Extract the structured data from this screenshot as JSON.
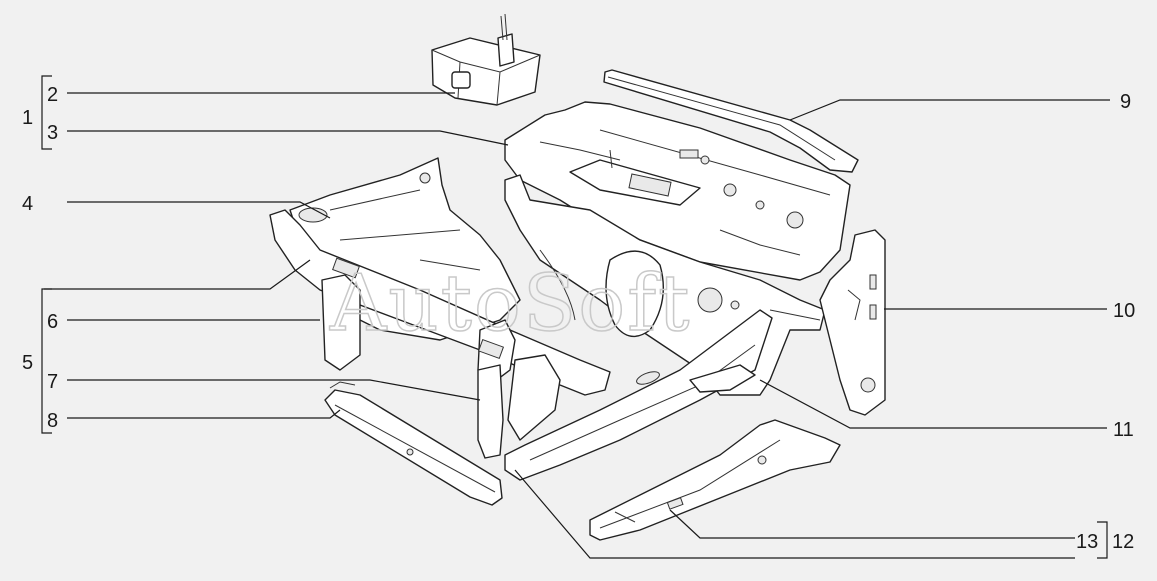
{
  "watermark": "AutoSoft",
  "labels": {
    "l1": "1",
    "l2": "2",
    "l3": "3",
    "l4": "4",
    "l5": "5",
    "l6": "6",
    "l7": "7",
    "l8": "8",
    "l9": "9",
    "l10": "10",
    "l11": "11",
    "l12": "12",
    "l13": "13"
  }
}
